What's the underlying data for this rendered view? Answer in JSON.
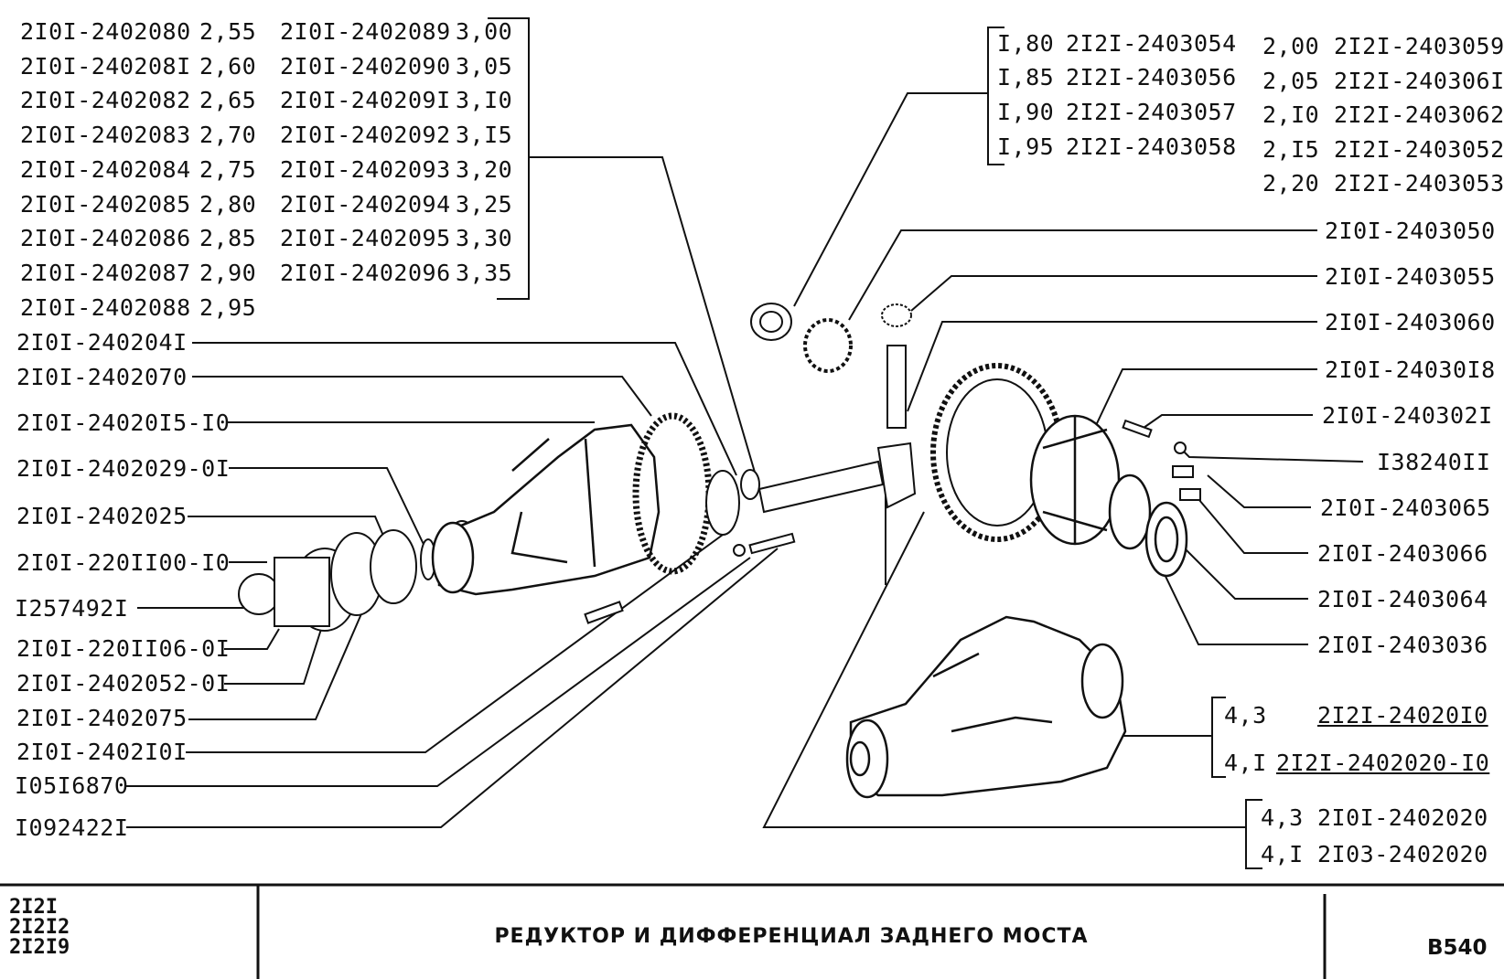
{
  "shim_table_left": [
    {
      "part": "2I0I-2402080",
      "size": "2,55"
    },
    {
      "part": "2I0I-240208I",
      "size": "2,60"
    },
    {
      "part": "2I0I-2402082",
      "size": "2,65"
    },
    {
      "part": "2I0I-2402083",
      "size": "2,70"
    },
    {
      "part": "2I0I-2402084",
      "size": "2,75"
    },
    {
      "part": "2I0I-2402085",
      "size": "2,80"
    },
    {
      "part": "2I0I-2402086",
      "size": "2,85"
    },
    {
      "part": "2I0I-2402087",
      "size": "2,90"
    },
    {
      "part": "2I0I-2402088",
      "size": "2,95"
    }
  ],
  "shim_table_right": [
    {
      "part": "2I0I-2402089",
      "size": "3,00"
    },
    {
      "part": "2I0I-2402090",
      "size": "3,05"
    },
    {
      "part": "2I0I-240209I",
      "size": "3,I0"
    },
    {
      "part": "2I0I-2402092",
      "size": "3,I5"
    },
    {
      "part": "2I0I-2402093",
      "size": "3,20"
    },
    {
      "part": "2I0I-2402094",
      "size": "3,25"
    },
    {
      "part": "2I0I-2402095",
      "size": "3,30"
    },
    {
      "part": "2I0I-2402096",
      "size": "3,35"
    }
  ],
  "washer_table": [
    {
      "size": "I,80",
      "part": "2I2I-2403054"
    },
    {
      "size": "I,85",
      "part": "2I2I-2403056"
    },
    {
      "size": "I,90",
      "part": "2I2I-2403057"
    },
    {
      "size": "I,95",
      "part": "2I2I-2403058"
    },
    {
      "size": "2,00",
      "part": "2I2I-2403059"
    },
    {
      "size": "2,05",
      "part": "2I2I-240306I"
    },
    {
      "size": "2,I0",
      "part": "2I2I-2403062"
    },
    {
      "size": "2,I5",
      "part": "2I2I-2403052"
    },
    {
      "size": "2,20",
      "part": "2I2I-2403053"
    }
  ],
  "left_callouts": [
    "2I0I-240204I",
    "2I0I-2402070",
    "2I0I-24020I5-I0",
    "2I0I-2402029-0I",
    "2I0I-2402025",
    "2I0I-220II00-I0",
    "I257492I",
    "2I0I-220II06-0I",
    "2I0I-2402052-0I",
    "2I0I-2402075",
    "2I0I-2402I0I",
    "I05I6870",
    "I092422I"
  ],
  "right_callouts": [
    "2I0I-2403050",
    "2I0I-2403055",
    "2I0I-2403060",
    "2I0I-24030I8",
    "2I0I-240302I",
    "I38240II",
    "2I0I-2403065",
    "2I0I-2403066",
    "2I0I-2403064",
    "2I0I-2403036"
  ],
  "assembly_box_a": [
    {
      "ratio": "4,3",
      "part": "2I2I-24020I0"
    },
    {
      "ratio": "4,I",
      "part": "2I2I-2402020-I0"
    }
  ],
  "assembly_box_b": [
    {
      "ratio": "4,3",
      "part": "2I0I-2402020"
    },
    {
      "ratio": "4,I",
      "part": "2I03-2402020"
    }
  ],
  "footer": {
    "models": [
      "2I2I",
      "2I2I2",
      "2I2I9"
    ],
    "title": "РЕДУКТОР И ДИФФЕРЕНЦИАЛ ЗАДНЕГО МОСТА",
    "sheet": "B540"
  }
}
